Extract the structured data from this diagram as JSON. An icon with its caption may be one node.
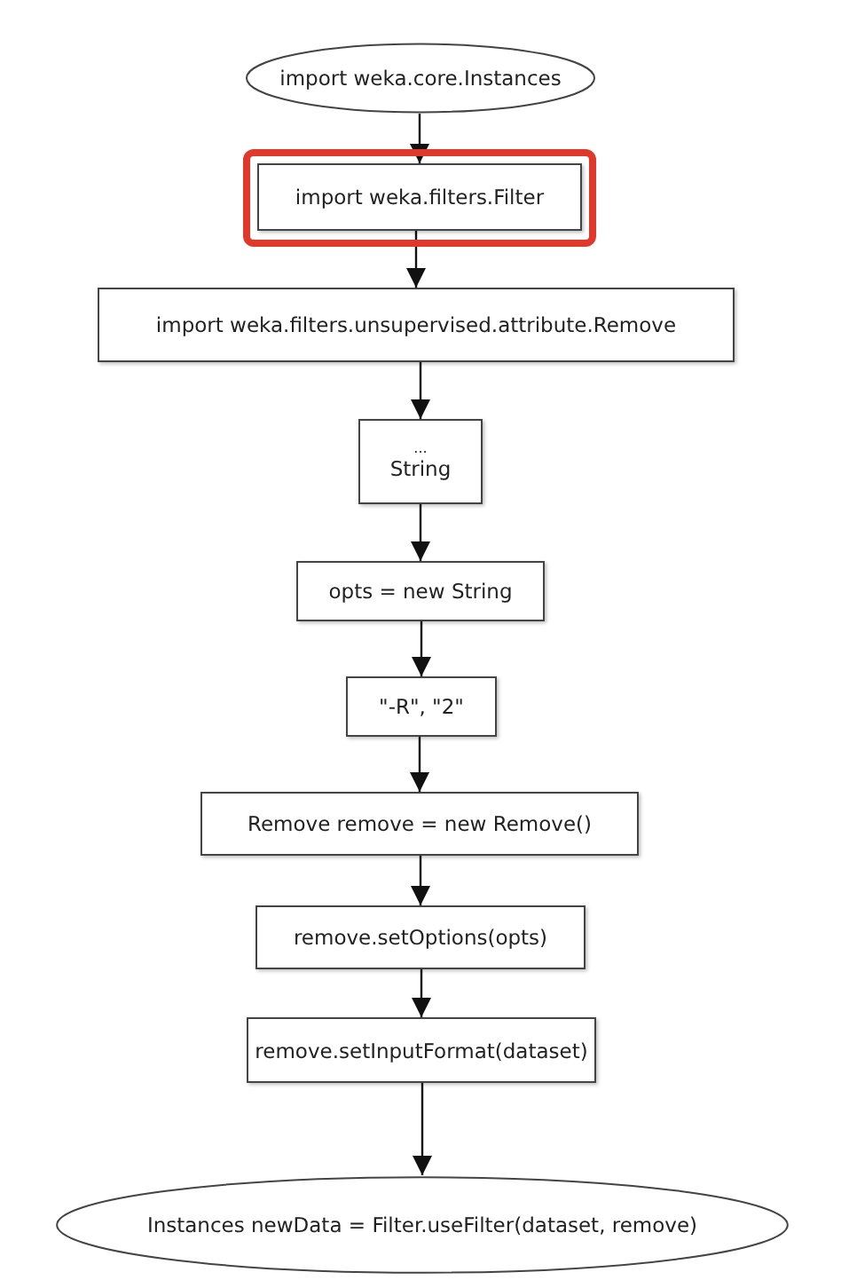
{
  "diagram": {
    "nodes": [
      {
        "text": [
          "import weka.core.Instances"
        ]
      },
      {
        "text": [
          "import weka.filters.Filter"
        ]
      },
      {
        "text": [
          "import weka.filters.unsupervised.attribute.Remove"
        ]
      },
      {
        "text": [
          "...",
          "String"
        ]
      },
      {
        "text": [
          "opts = new String"
        ]
      },
      {
        "text": [
          "\"-R\", \"2\""
        ]
      },
      {
        "text": [
          "Remove remove = new Remove()"
        ]
      },
      {
        "text": [
          "remove.setOptions(opts)"
        ]
      },
      {
        "text": [
          "remove.setInputFormat(dataset)"
        ]
      },
      {
        "text": [
          "Instances newData = Filter.useFilter(dataset, remove)"
        ]
      }
    ],
    "edges": [
      {
        "from": 0,
        "to": 1,
        "arrow": "to"
      },
      {
        "from": 1,
        "to": 2,
        "arrow": "to"
      },
      {
        "from": 2,
        "to": 3,
        "arrow": "to"
      },
      {
        "from": 3,
        "to": 4,
        "arrow": "to"
      },
      {
        "from": 4,
        "to": 5,
        "arrow": "to"
      },
      {
        "from": 5,
        "to": 6,
        "arrow": "to"
      },
      {
        "from": 6,
        "to": 7,
        "arrow": "to"
      },
      {
        "from": 7,
        "to": 8,
        "arrow": "to"
      },
      {
        "from": 8,
        "to": 9,
        "arrow": "to"
      }
    ]
  }
}
